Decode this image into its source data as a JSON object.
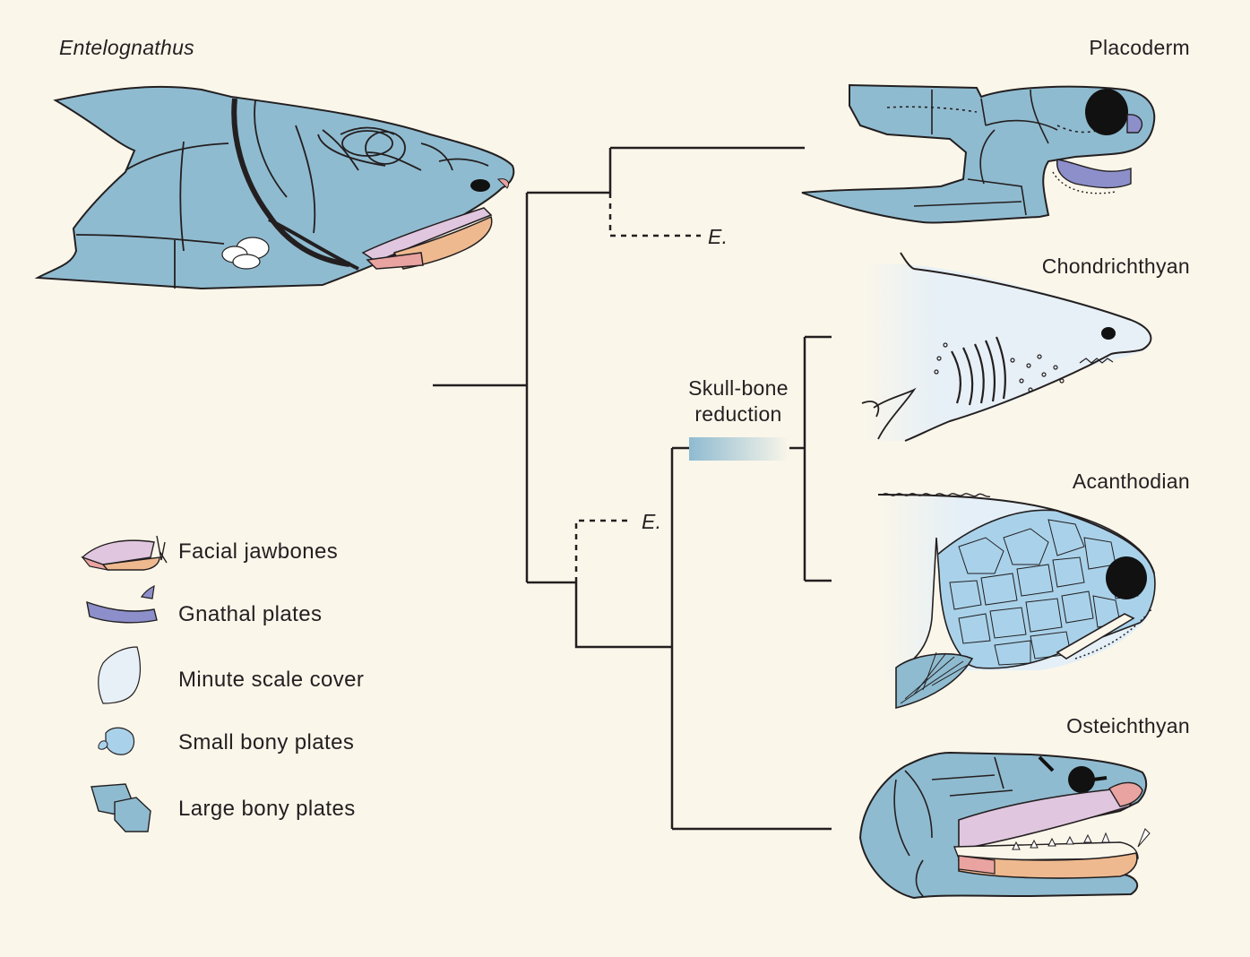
{
  "specimen": {
    "name": "Entelognathus"
  },
  "taxa": {
    "placoderm": "Placoderm",
    "chondrichthyan": "Chondrichthyan",
    "acanthodian": "Acanthodian",
    "osteichthyan": "Osteichthyan"
  },
  "tree": {
    "alt_position_label_top": "E.",
    "alt_position_label_bottom": "E.",
    "event_label_line1": "Skull-bone",
    "event_label_line2": "reduction"
  },
  "legend": [
    {
      "label": "Facial jawbones",
      "icon": "facial-jawbones-icon",
      "color": "#e8b4a0"
    },
    {
      "label": "Gnathal plates",
      "icon": "gnathal-plates-icon",
      "color": "#8d8fcb"
    },
    {
      "label": "Minute scale cover",
      "icon": "minute-scale-icon",
      "color": "#e6f0f7"
    },
    {
      "label": "Small bony plates",
      "icon": "small-bony-plates-icon",
      "color": "#a9d2ea"
    },
    {
      "label": "Large bony plates",
      "icon": "large-bony-plates-icon",
      "color": "#8fbbd0"
    }
  ],
  "colors": {
    "background": "#faf6ea",
    "large_bone": "#8fbbd0",
    "small_bone": "#a9d2ea",
    "gnathal": "#8d8fcb",
    "jaw_pink": "#e9a3a0",
    "jaw_orange": "#efb98f",
    "jaw_lilac": "#e0c6df"
  }
}
